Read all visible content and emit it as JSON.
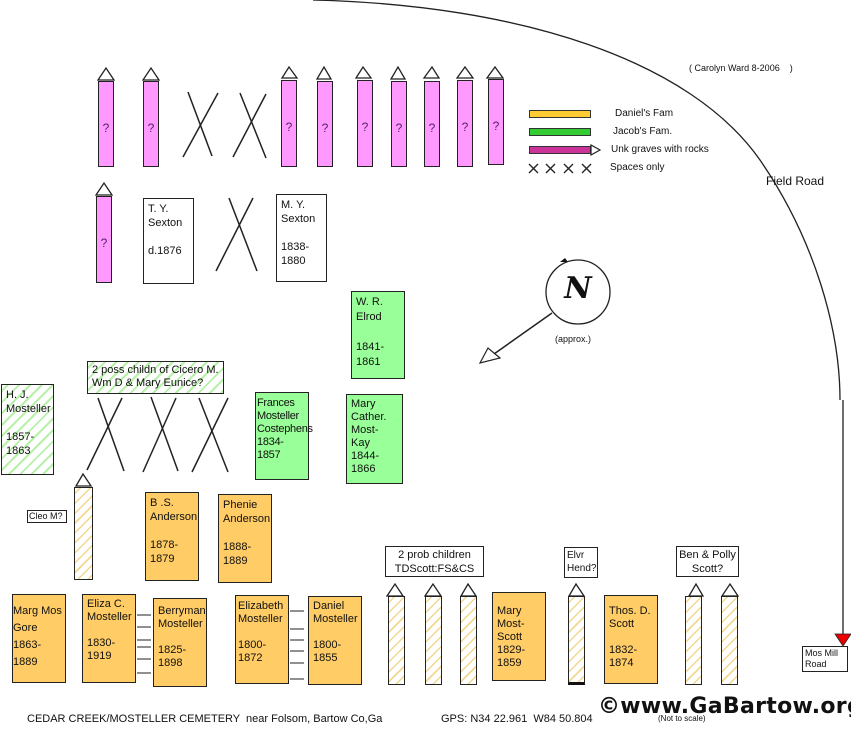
{
  "title": "CEDAR CREEK/MOSTELLER CEMETERY  near Folsom, Bartow Co,Ga",
  "gps": "GPS: N34 22.961  W84 50.804",
  "not_to_scale": "(Not to scale)",
  "copyright": "©www.GaBartow.org",
  "credit": "( Carolyn Ward 8-2006    )",
  "roads": {
    "field_road": "Field Road",
    "mos_mill_road": "Mos Mill\nRoad"
  },
  "compass": {
    "letter": "N",
    "note": "(approx.)"
  },
  "legend": [
    {
      "label": "Daniel's Fam",
      "color": "#ffcc33"
    },
    {
      "label": "Jacob's Fam.",
      "color": "#33cc33"
    },
    {
      "label": "Unk graves with rocks",
      "color": "#cc3399"
    },
    {
      "label": "Spaces only",
      "symbol": "x x x x"
    }
  ],
  "unknown_mark": "?",
  "graves": {
    "ty_sexton": "T. Y.\nSexton\n\nd.1876",
    "my_sexton": "M. Y.\nSexton\n\n1838-\n1880",
    "wr_elrod": "W. R.\nElrod\n\n1841-\n1861",
    "frances": "Frances\nMosteller\nCostephens\n 1834-\n 1857",
    "mary_kay": "Mary\nCather.\nMost-\nKay\n1844-\n1866",
    "hj_mosteller": "H. J.\nMosteller\n\n1857-\n1863",
    "bs_anderson": "B .S.\nAnderson\n\n1878-\n1879",
    "phenie_anderson": "Phenie\nAnderson\n\n1888-\n1889",
    "marg_gore": "Marg Mos\n Gore\n 1863-\n 1889",
    "eliza": "Eliza C.\nMosteller\n\n 1830-\n 1919",
    "berryman": "Berryman\nMosteller\n\n 1825-\n 1898",
    "elizabeth": "Elizabeth\nMosteller\n\n 1800-\n 1872",
    "daniel": "Daniel\nMosteller\n\n1800-\n 1855",
    "mary_scott": "Mary\nMost-\nScott\n 1829-\n 1859",
    "thos_scott": "Thos. D.\nScott\n\n1832-\n1874"
  },
  "notes": {
    "cicero": "2 poss childn of Cicero M.\nWm D & Mary Eunice?",
    "cleo": "Cleo M?",
    "tdscott": "2 prob children\nTDScott:FS&CS",
    "elvr": "Elvr\nHend?",
    "ben_polly": "Ben & Polly\nScott?"
  }
}
